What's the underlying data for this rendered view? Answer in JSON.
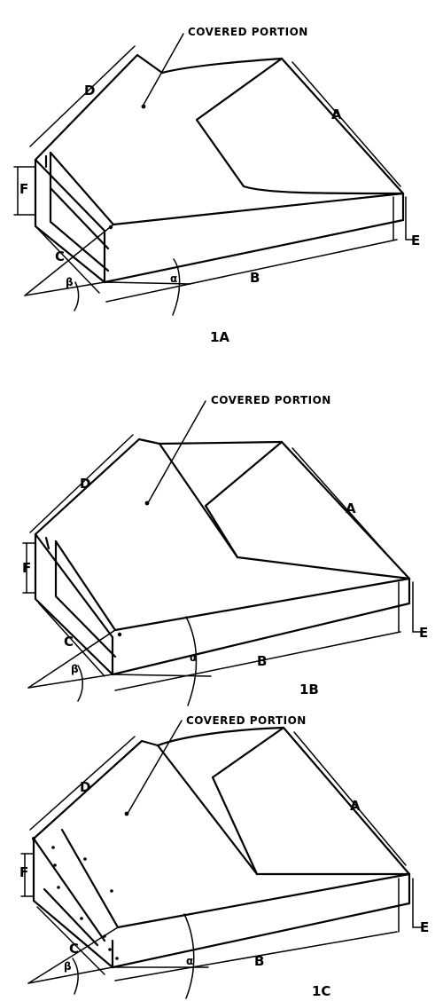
{
  "figures": [
    {
      "title": "1A",
      "callout": "COVERED PORTION",
      "labels": {
        "A": "A",
        "B": "B",
        "C": "C",
        "D": "D",
        "E": "E",
        "F": "F",
        "alpha": "α",
        "beta": "β"
      }
    },
    {
      "title": "1B",
      "callout": "COVERED PORTION",
      "labels": {
        "A": "A",
        "B": "B",
        "C": "C",
        "D": "D",
        "E": "E",
        "F": "F",
        "alpha": "α",
        "beta": "β"
      }
    },
    {
      "title": "1C",
      "callout": "COVERED PORTION",
      "labels": {
        "A": "A",
        "B": "B",
        "C": "C",
        "D": "D",
        "E": "E",
        "F": "F",
        "alpha": "α",
        "beta": "β"
      }
    }
  ]
}
